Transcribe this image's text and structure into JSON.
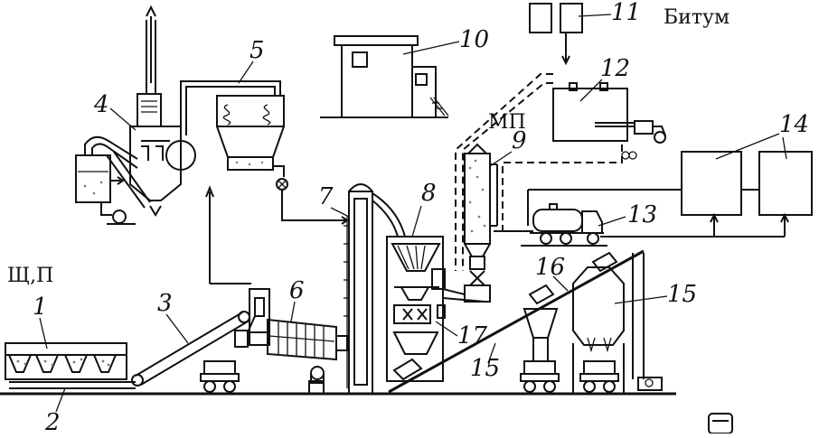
{
  "diagram": {
    "text_labels": {
      "sch_p": "Щ,П",
      "mp": "МП",
      "bitum": "Битум"
    },
    "callouts": [
      "1",
      "2",
      "3",
      "4",
      "5",
      "6",
      "7",
      "8",
      "9",
      "10",
      "11",
      "12",
      "13",
      "14",
      "15",
      "15",
      "16",
      "17"
    ]
  }
}
